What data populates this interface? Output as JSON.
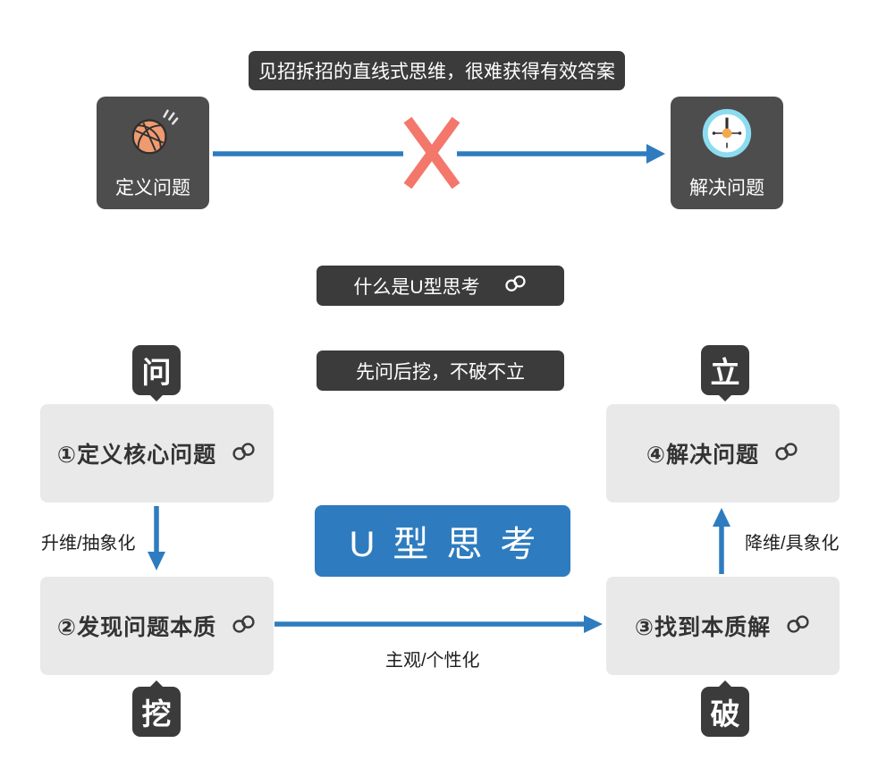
{
  "colors": {
    "page_bg": "#ffffff",
    "dark": "#3b3b3b",
    "node_bg": "#4d4d4d",
    "light_box": "#e9e9e9",
    "blue": "#2e7cbf",
    "red": "#f4776c",
    "text_dark": "#333333",
    "label_text": "#1f1f1f",
    "basketball": "#f09a70",
    "clock_ring": "#8bdcf0",
    "clock_center": "#f3a94d"
  },
  "top_section": {
    "banner": "见招拆招的直线式思维，很难获得有效答案",
    "left_node": {
      "label": "定义问题",
      "icon": "basketball-icon"
    },
    "right_node": {
      "label": "解决问题",
      "icon": "clock-icon"
    },
    "cross_mark": "X"
  },
  "intro": {
    "what_banner": {
      "label": "什么是U型思考",
      "icon": "link-icon"
    },
    "slogan_banner": "先问后挖，不破不立"
  },
  "center_box": {
    "label": "U型思考"
  },
  "u_diagram": {
    "steps": [
      {
        "label": "①定义核心问题",
        "tag": "问",
        "icon": "link-icon"
      },
      {
        "label": "②发现问题本质",
        "tag": "挖",
        "icon": "link-icon"
      },
      {
        "label": "③找到本质解",
        "tag": "破",
        "icon": "link-icon"
      },
      {
        "label": "④解决问题",
        "tag": "立",
        "icon": "link-icon"
      }
    ],
    "edge_labels": {
      "left_down": "升维/抽象化",
      "bottom_right": "主观/个性化",
      "right_up": "降维/具象化"
    }
  }
}
